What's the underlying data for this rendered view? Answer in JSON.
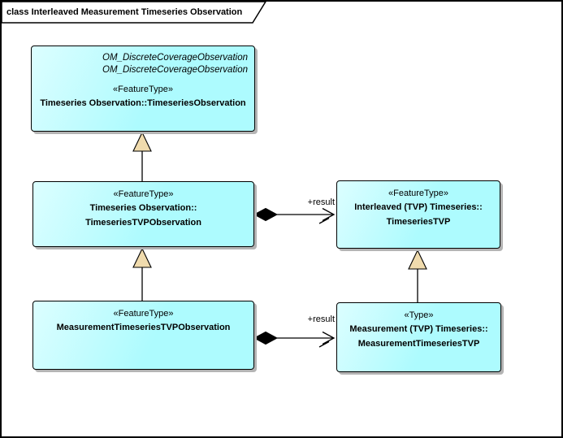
{
  "frame": {
    "title": "class Interleaved Measurement Timeseries Observation"
  },
  "classes": [
    {
      "parents": [
        "OM_DiscreteCoverageObservation",
        "OM_DiscreteCoverageObservation"
      ],
      "stereotype": "«FeatureType»",
      "name_lines": [
        "Timeseries Observation::TimeseriesObservation"
      ]
    },
    {
      "stereotype": "«FeatureType»",
      "name_lines": [
        "Timeseries Observation::",
        "TimeseriesTVPObservation"
      ]
    },
    {
      "stereotype": "«FeatureType»",
      "name_lines": [
        "MeasurementTimeseriesTVPObservation"
      ]
    },
    {
      "stereotype": "«FeatureType»",
      "name_lines": [
        "Interleaved (TVP) Timeseries::",
        "TimeseriesTVP"
      ]
    },
    {
      "stereotype": "«Type»",
      "name_lines": [
        "Measurement (TVP) Timeseries::",
        "MeasurementTimeseriesTVP"
      ]
    }
  ],
  "connectors": {
    "compositions": [
      {
        "label": "+result"
      },
      {
        "label": "+result"
      }
    ]
  },
  "colors": {
    "background": "#FFFFFF",
    "class_fill": "#ADFBFE",
    "class_fill_light": "#DCFEFF",
    "box_border": "#000000",
    "shadow": "#B4B4B4",
    "generalization_arrow_fill": "#F0DBAD"
  }
}
